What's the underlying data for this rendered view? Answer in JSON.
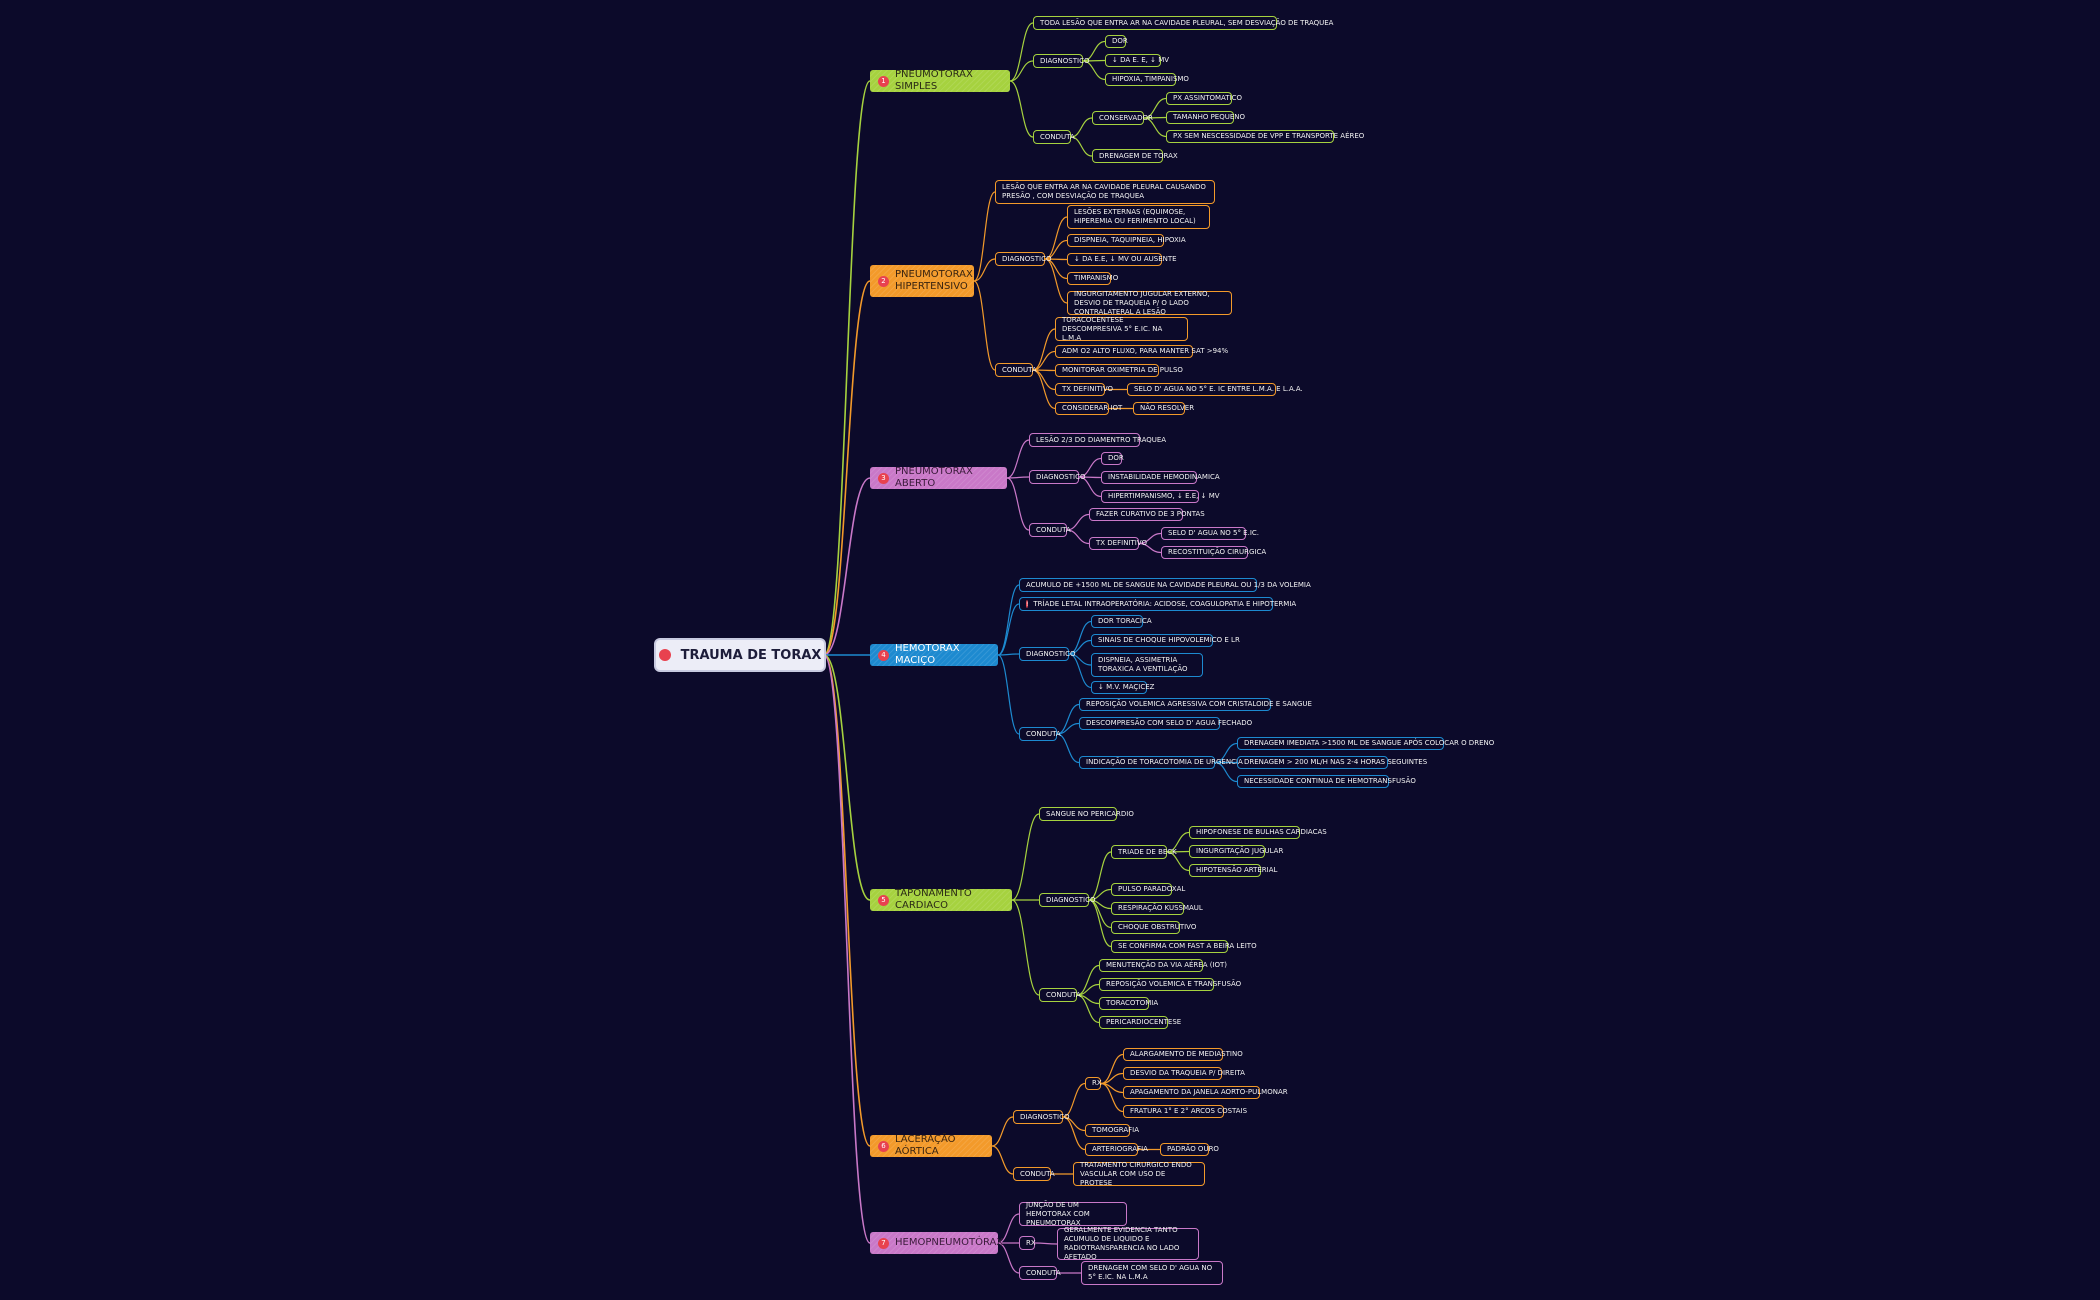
{
  "root": {
    "label": "TRAUMA DE TORAX"
  },
  "colors": {
    "background": "#0c0a2a",
    "b1": "#a6d23f",
    "b2": "#f39a2a",
    "b3": "#c978c8",
    "b4": "#1d8ad0",
    "b5": "#a6d23f",
    "b6": "#f39a2a",
    "b7": "#c978c8"
  },
  "branches": [
    {
      "id": "b1",
      "num": "1",
      "label": "PNEUMOTORAX SIMPLES",
      "color": "#a6d23f",
      "text": "#2a2a16"
    },
    {
      "id": "b2",
      "num": "2",
      "label": "PNEUMOTORAX HIPERTENSIVO",
      "color": "#f39a2a",
      "text": "#3a2410"
    },
    {
      "id": "b3",
      "num": "3",
      "label": "PNEUMOTORAX ABERTO",
      "color": "#c978c8",
      "text": "#3a1a3a"
    },
    {
      "id": "b4",
      "num": "4",
      "label": "HEMOTORAX MACIÇO",
      "color": "#1d8ad0",
      "text": "#ffffff"
    },
    {
      "id": "b5",
      "num": "5",
      "label": "TAPONAMENTO CARDIACO",
      "color": "#a6d23f",
      "text": "#2a2a16"
    },
    {
      "id": "b6",
      "num": "6",
      "label": "LACERAÇÃO AÓRTICA",
      "color": "#f39a2a",
      "text": "#3a2410"
    },
    {
      "id": "b7",
      "num": "7",
      "label": "HEMOPNEUMOTÓRAX",
      "color": "#c978c8",
      "text": "#3a1a3a"
    }
  ],
  "nodes": [
    {
      "id": "n1",
      "label": "TODA LESÃO QUE ENTRA AR NA CAVIDADE PLEURAL, SEM DESVIAÇÃO DE TRAQUEA"
    },
    {
      "id": "n2",
      "label": "DIAGNOSTICO"
    },
    {
      "id": "n3",
      "label": "DOR"
    },
    {
      "id": "n4",
      "label": "↓ DA E. E, ↓ MV"
    },
    {
      "id": "n5",
      "label": "HIPOXIA, TIMPANISMO"
    },
    {
      "id": "n6",
      "label": "CONDUTA"
    },
    {
      "id": "n7",
      "label": "CONSERVADOR"
    },
    {
      "id": "n8",
      "label": "PX ASSINTOMATICO"
    },
    {
      "id": "n9",
      "label": "TAMANHO PEQUENO"
    },
    {
      "id": "n10",
      "label": "PX SEM NESCESSIDADE DE VPP E TRANSPORTE AÉREO"
    },
    {
      "id": "n11",
      "label": "DRENAGEM DE TORAX"
    },
    {
      "id": "n12",
      "label": "LESÃO QUE ENTRA AR NA CAVIDADE PLEURAL CAUSANDO PRESÃO , COM DESVIAÇÃO DE TRAQUEA"
    },
    {
      "id": "n13",
      "label": "DIAGNOSTICO"
    },
    {
      "id": "n14",
      "label": "LESÕES EXTERNAS (EQUIMOSE, HIPEREMIA OU FERIMENTO LOCAL)"
    },
    {
      "id": "n15",
      "label": "DISPNEIA, TAQUIPNEIA, HIPOXIA"
    },
    {
      "id": "n16",
      "label": "↓ DA E.E, ↓ MV OU AUSENTE"
    },
    {
      "id": "n17",
      "label": "TIMPANISMO"
    },
    {
      "id": "n18",
      "label": "INGURGITAMENTO JUGULAR EXTERNO, DESVIO DE TRAQUEIA P/ O LADO CONTRALATERAL A LESÃO"
    },
    {
      "id": "n19",
      "label": "CONDUTA"
    },
    {
      "id": "n20",
      "label": "TORACOCENTESE DESCOMPRESIVA 5° E.IC. NA L.M.A"
    },
    {
      "id": "n21",
      "label": "ADM O2 ALTO FLUXO, PARA MANTER SAT >94%"
    },
    {
      "id": "n22",
      "label": "MONITORAR OXIMETRIA DE PULSO"
    },
    {
      "id": "n23",
      "label": "TX DEFINITIVO"
    },
    {
      "id": "n24",
      "label": "SELO D' AGUA NO 5° E. IC ENTRE L.M.A. E L.A.A."
    },
    {
      "id": "n25",
      "label": "CONSIDERAR IOT"
    },
    {
      "id": "n26",
      "label": "NÃO RESOLVER"
    },
    {
      "id": "n27",
      "label": "LESÃO 2/3 DO DIAMENTRO TRAQUEA"
    },
    {
      "id": "n28",
      "label": "DIAGNOSTICO"
    },
    {
      "id": "n29",
      "label": "DOR"
    },
    {
      "id": "n30",
      "label": "INSTABILIDADE HEMODINAMICA"
    },
    {
      "id": "n31",
      "label": "HIPERTIMPANISMO, ↓ E.E, ↓ MV"
    },
    {
      "id": "n32",
      "label": "CONDUTA"
    },
    {
      "id": "n33",
      "label": "FAZER CURATIVO DE 3 PONTAS"
    },
    {
      "id": "n34",
      "label": "TX DEFINITIVO"
    },
    {
      "id": "n35",
      "label": "SELO D' AGUA NO 5° E.IC."
    },
    {
      "id": "n36",
      "label": "RECOSTITUIÇÃO CIRURGICA"
    },
    {
      "id": "n37",
      "label": "ACUMULO DE +1500 ML DE SANGUE NA CAVIDADE PLEURAL OU 1/3 DA VOLEMIA"
    },
    {
      "id": "n38",
      "label": "TRÍADE LETAL INTRAOPERATÓRIA: ACIDOSE, COAGULOPATIA E HIPOTERMIA"
    },
    {
      "id": "n39",
      "label": "DIAGNOSTICO"
    },
    {
      "id": "n40",
      "label": "DOR TORACICA"
    },
    {
      "id": "n41",
      "label": "SINAIS DE CHOQUE HIPOVOLEMICO E LR"
    },
    {
      "id": "n42",
      "label": "DISPNEIA, ASSIMETRIA TORAXICA A VENTILAÇÃO"
    },
    {
      "id": "n43",
      "label": "↓ M.V. MAÇICEZ"
    },
    {
      "id": "n44",
      "label": "CONDUTA"
    },
    {
      "id": "n45",
      "label": "REPOSIÇÃO VOLEMICA AGRESSIVA COM CRISTALOIDE E SANGUE"
    },
    {
      "id": "n46",
      "label": "DESCOMPRESÃO COM SELO D' AGUA FECHADO"
    },
    {
      "id": "n47",
      "label": "INDICAÇÃO DE TORACOTOMIA DE URGENCIA"
    },
    {
      "id": "n48",
      "label": "DRENAGEM IMEDIATA >1500 ML DE SANGUE APÓS COLOCAR O DRENO"
    },
    {
      "id": "n49",
      "label": "DRENAGEM > 200 ML/H NAS 2-4 HORAS SEGUINTES"
    },
    {
      "id": "n50",
      "label": "NECESSIDADE CONTINUA DE HEMOTRANSFUSÃO"
    },
    {
      "id": "n51",
      "label": "SANGUE NO PERICARDIO"
    },
    {
      "id": "n52",
      "label": "DIAGNOSTICO"
    },
    {
      "id": "n53",
      "label": "TRIADE DE BECK"
    },
    {
      "id": "n54",
      "label": "HIPOFONESE DE BULHAS CARDIACAS"
    },
    {
      "id": "n55",
      "label": "INGURGITAÇÃO JUGULAR"
    },
    {
      "id": "n56",
      "label": "HIPOTENSÃO ARTERIAL"
    },
    {
      "id": "n57",
      "label": "PULSO PARADOXAL"
    },
    {
      "id": "n58",
      "label": "RESPIRAÇÃO KUSSMAUL"
    },
    {
      "id": "n59",
      "label": "CHOQUE OBSTRUTIVO"
    },
    {
      "id": "n60",
      "label": "SE CONFIRMA COM FAST A BEIRA LEITO"
    },
    {
      "id": "n61",
      "label": "CONDUTA"
    },
    {
      "id": "n62",
      "label": "MENUTENÇÃO DA VIA AÉREA (IOT)"
    },
    {
      "id": "n63",
      "label": "REPOSIÇÃO VOLEMICA E TRANSFUSÃO"
    },
    {
      "id": "n64",
      "label": "TORACOTOMIA"
    },
    {
      "id": "n65",
      "label": "PERICARDIOCENTESE"
    },
    {
      "id": "n66",
      "label": "DIAGNOSTICO"
    },
    {
      "id": "n67",
      "label": "RX"
    },
    {
      "id": "n68",
      "label": "ALARGAMENTO DE MEDIASTINO"
    },
    {
      "id": "n69",
      "label": "DESVIO DA TRAQUEIA P/ DIREITA"
    },
    {
      "id": "n70",
      "label": "APAGAMENTO DA JANELA AORTO-PULMONAR"
    },
    {
      "id": "n71",
      "label": "FRATURA 1° E 2° ARCOS COSTAIS"
    },
    {
      "id": "n72",
      "label": "TOMOGRAFIA"
    },
    {
      "id": "n73",
      "label": "ARTERIOGRAFIA"
    },
    {
      "id": "n74",
      "label": "PADRÃO OURO"
    },
    {
      "id": "n75",
      "label": "CONDUTA"
    },
    {
      "id": "n76",
      "label": "TRATAMENTO CIRURGICO ENDO VASCULAR COM USO DE PROTESE"
    },
    {
      "id": "n77",
      "label": "JUNÇÃO DE UM HEMOTORAX COM PNEUMOTORAX"
    },
    {
      "id": "n78",
      "label": "RX"
    },
    {
      "id": "n79",
      "label": "GERALMENTE EVIDENCIA TANTO ACUMULO DE LIQUIDO E RADIOTRANSPARENCIA NO LADO AFETADO"
    },
    {
      "id": "n80",
      "label": "CONDUTA"
    },
    {
      "id": "n81",
      "label": "DRENAGEM COM SELO D' AGUA NO 5° E.IC. NA L.M.A"
    }
  ]
}
